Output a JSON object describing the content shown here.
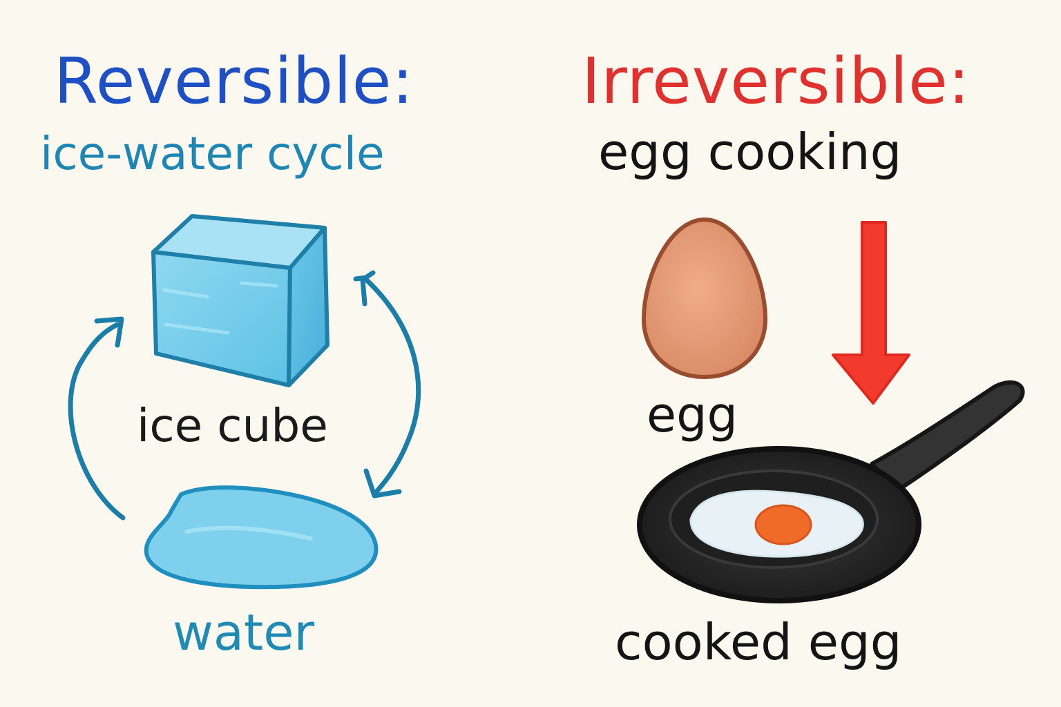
{
  "reversible": {
    "title": "Reversible:",
    "subtitle": "ice-water cycle",
    "ice_label": "ice cube",
    "water_label": "water",
    "colors": {
      "title": "#1f4fc4",
      "subtitle": "#1e86b4",
      "ice": "#7fd0ec",
      "arrows": "#1a7ea8"
    }
  },
  "irreversible": {
    "title": "Irreversible:",
    "subtitle": "egg cooking",
    "egg_label": "egg",
    "cooked_label": "cooked egg",
    "colors": {
      "title": "#e0312f",
      "arrow": "#f23a2e",
      "egg": "#e29c7a",
      "pan": "#2e2e2e",
      "yolk": "#f06a28"
    }
  },
  "icons": [
    "ice-cube-icon",
    "water-puddle-icon",
    "cycle-arrow-icon",
    "raw-egg-icon",
    "down-arrow-icon",
    "frying-pan-icon",
    "fried-egg-icon"
  ]
}
